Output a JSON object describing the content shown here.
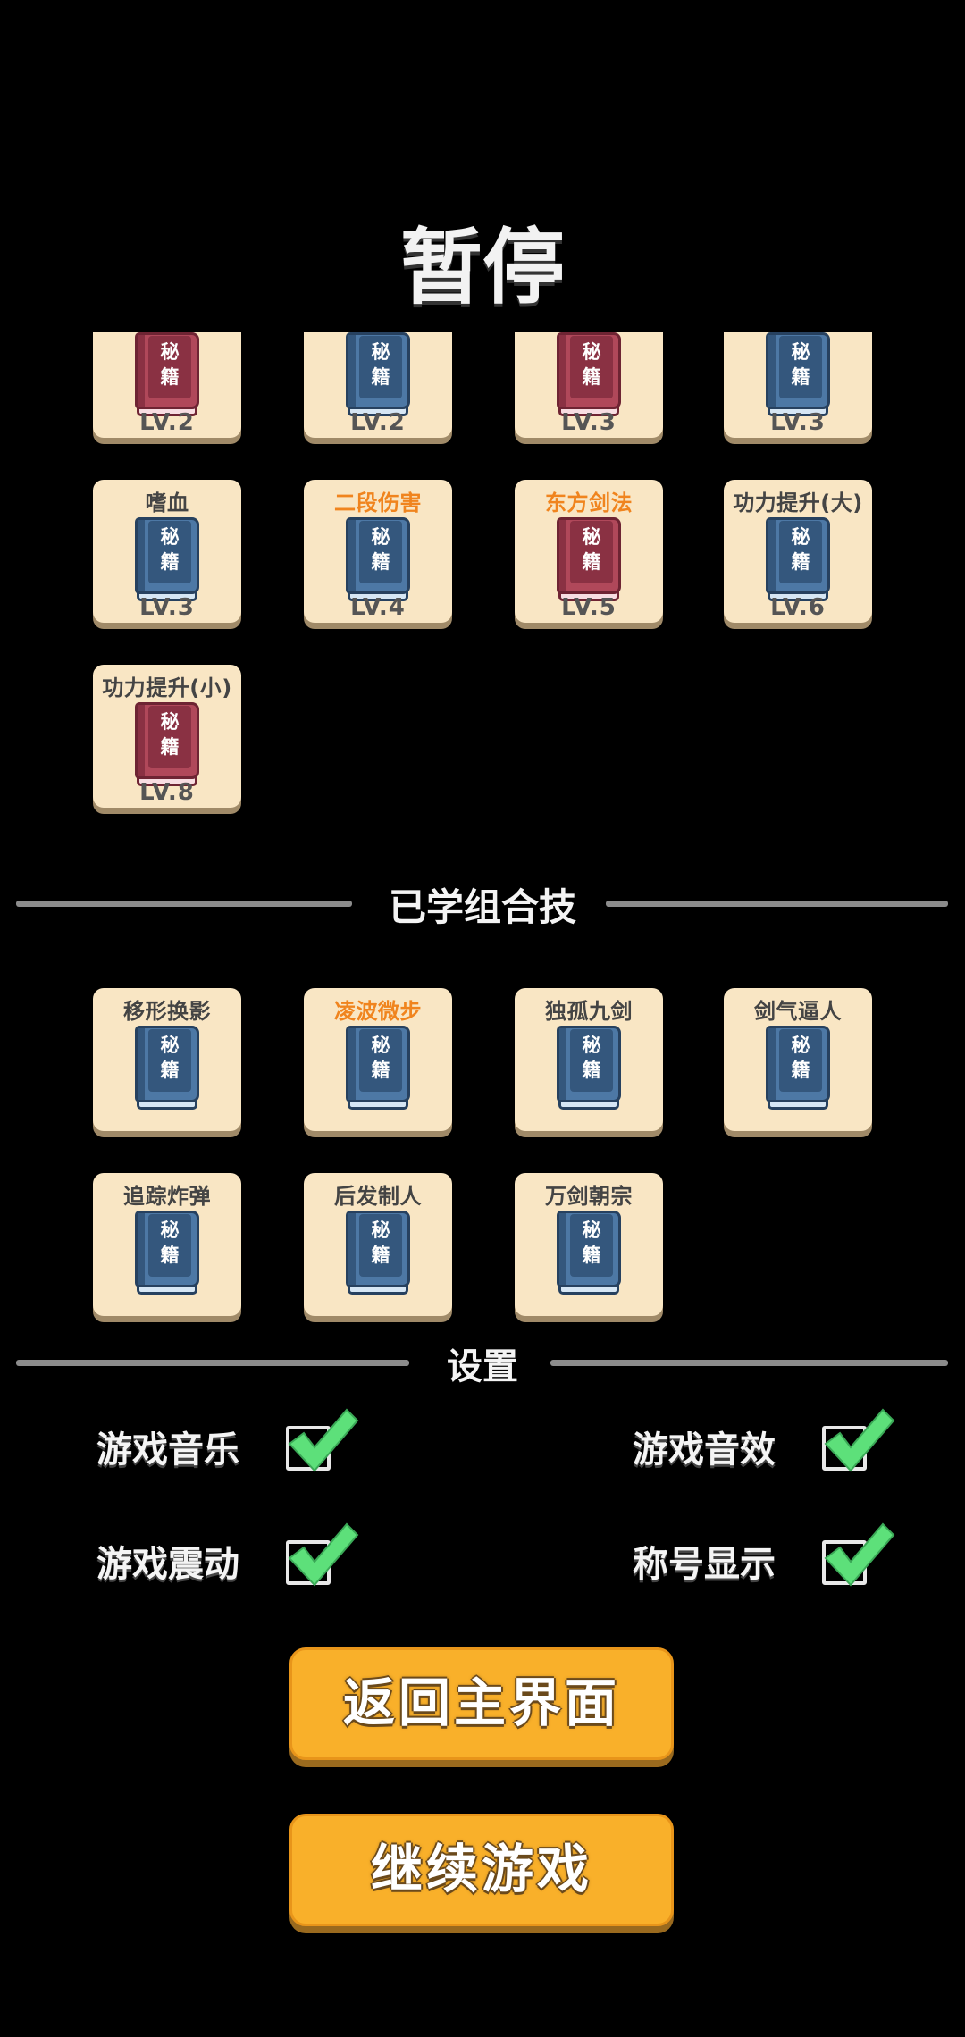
{
  "title": "暂停",
  "book_text": [
    "秘",
    "籍"
  ],
  "secret_skills": [
    {
      "name": "",
      "lv": "LV.2",
      "book": "red",
      "name_color": "orange"
    },
    {
      "name": "",
      "lv": "LV.2",
      "book": "blue",
      "name_color": "orange"
    },
    {
      "name": "",
      "lv": "LV.3",
      "book": "red",
      "name_color": "orange"
    },
    {
      "name": "",
      "lv": "LV.3",
      "book": "blue",
      "name_color": "gray"
    },
    {
      "name": "嗜血",
      "lv": "LV.3",
      "book": "blue",
      "name_color": "gray"
    },
    {
      "name": "二段伤害",
      "lv": "LV.4",
      "book": "blue",
      "name_color": "orange"
    },
    {
      "name": "东方剑法",
      "lv": "LV.5",
      "book": "red",
      "name_color": "orange"
    },
    {
      "name": "功力提升(大)",
      "lv": "LV.6",
      "book": "blue",
      "name_color": "gray"
    },
    {
      "name": "功力提升(小)",
      "lv": "LV.8",
      "book": "red",
      "name_color": "gray"
    }
  ],
  "combo_section": {
    "label": "已学组合技"
  },
  "combo_skills": [
    {
      "name": "移形换影",
      "book": "blue",
      "name_color": "gray"
    },
    {
      "name": "凌波微步",
      "book": "blue",
      "name_color": "orange"
    },
    {
      "name": "独孤九剑",
      "book": "blue",
      "name_color": "gray"
    },
    {
      "name": "剑气逼人",
      "book": "blue",
      "name_color": "gray"
    },
    {
      "name": "追踪炸弹",
      "book": "blue",
      "name_color": "gray"
    },
    {
      "name": "后发制人",
      "book": "blue",
      "name_color": "gray"
    },
    {
      "name": "万剑朝宗",
      "book": "blue",
      "name_color": "gray"
    }
  ],
  "settings_section": {
    "label": "设置"
  },
  "settings": [
    {
      "label": "游戏音乐",
      "checked": true
    },
    {
      "label": "游戏音效",
      "checked": true
    },
    {
      "label": "游戏震动",
      "checked": true
    },
    {
      "label": "称号显示",
      "checked": true
    }
  ],
  "buttons": {
    "main_menu": "返回主界面",
    "continue": "继续游戏"
  },
  "colors": {
    "card_bg": "#f9e6c4",
    "orange_text": "#f0841e",
    "button": "#f9b02a",
    "check": "#5de07a"
  }
}
